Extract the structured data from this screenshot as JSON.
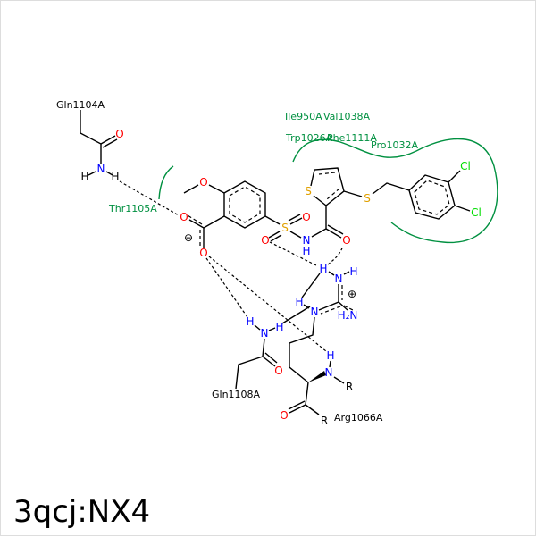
{
  "title": "3qcj:NX4",
  "residues": {
    "gln1104": "Gln1104A",
    "thr1105": "Thr1105A",
    "gln1108": "Gln1108A",
    "arg1066": "Arg1066A"
  },
  "hydrophobic": {
    "ile950": "Ile950A",
    "val1038": "Val1038A",
    "trp1026": "Trp1026A",
    "phe1111": "Phe1111A",
    "pro1032": "Pro1032A"
  },
  "atoms": {
    "O": "O",
    "N": "N",
    "H": "H",
    "S": "S",
    "Cl": "Cl",
    "R": "R",
    "H2N": "H₂N",
    "minus": "⊖",
    "plus": "⊕"
  },
  "colors": {
    "O": "#ff0000",
    "N": "#0000ff",
    "S": "#e0a000",
    "Cl": "#00dd00",
    "hydrophobic": "#009040"
  }
}
